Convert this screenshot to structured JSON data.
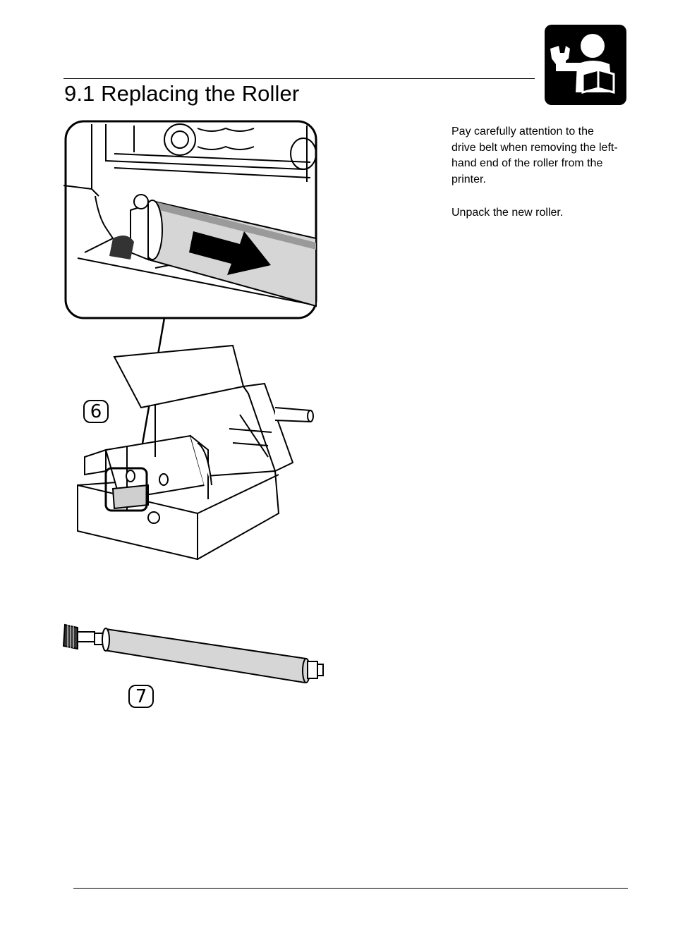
{
  "header": {
    "title": "9.1 Replacing the Roller",
    "service_icon": "service-manual-icon"
  },
  "instructions": [
    "Pay carefully attention to the drive belt when removing the left-hand end of the roller from the printer.",
    "Unpack the new roller."
  ],
  "figures": {
    "step_6": {
      "label": "6"
    },
    "step_7": {
      "label": "7"
    }
  },
  "icons": {
    "badge": "technician-with-wrench-and-book-icon",
    "arrow": "arrow-right-icon"
  },
  "colors": {
    "ink": "#000000",
    "paper": "#ffffff",
    "roller_grey": "#d6d6d6"
  }
}
